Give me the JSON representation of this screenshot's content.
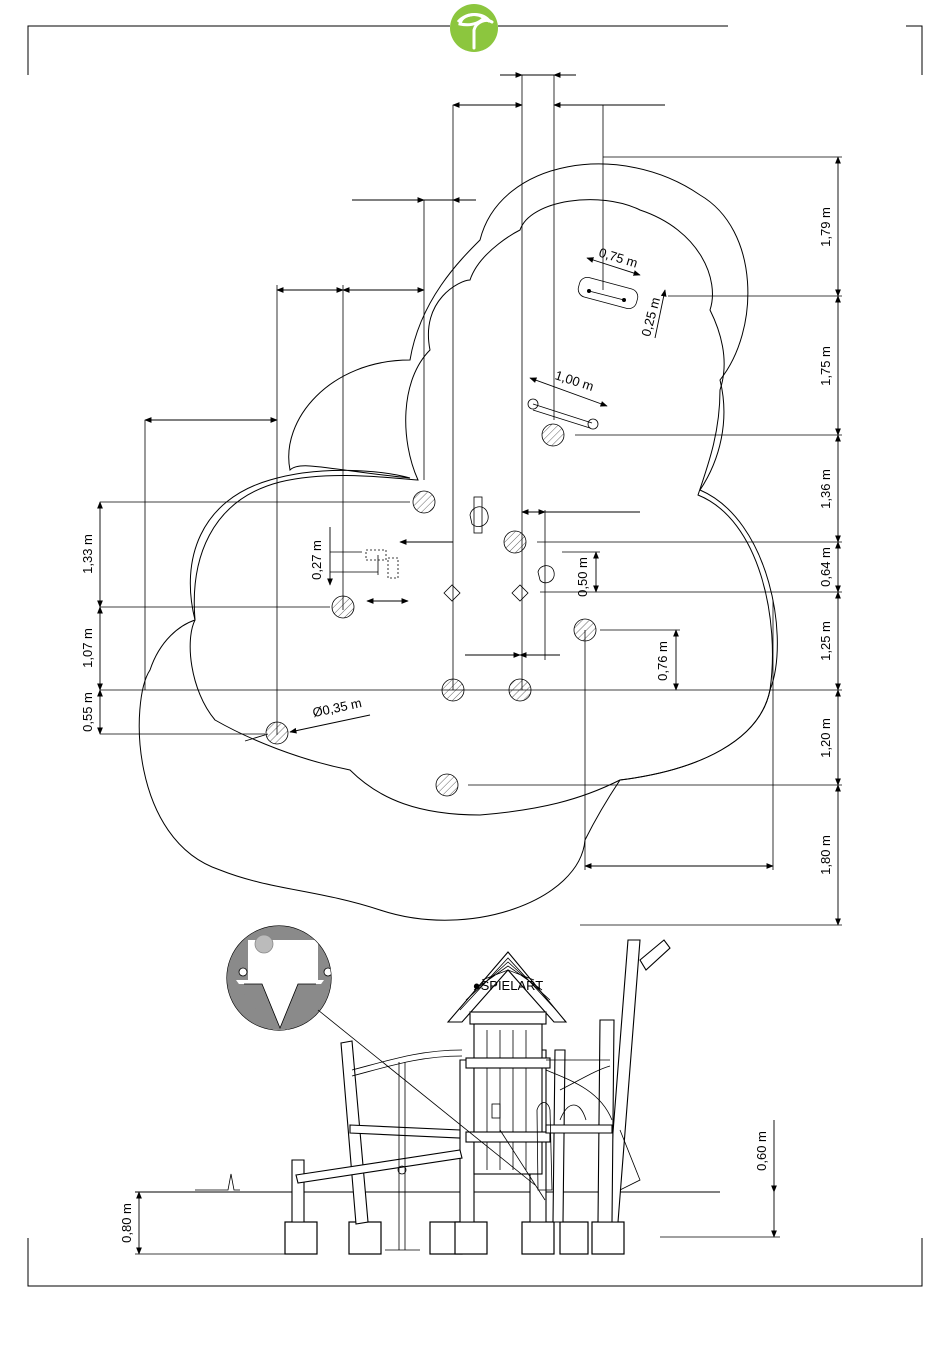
{
  "brand": {
    "logo_icon": "tree-leaf-logo-icon",
    "accent": "#8cc63e"
  },
  "plan_view": {
    "right_dimensions": [
      "1,79 m",
      "1,75 m",
      "1,36 m",
      "0,64 m",
      "1,25 m",
      "1,20 m",
      "1,80 m"
    ],
    "left_dimensions": [
      "1,33 m",
      "1,07 m",
      "0,55 m"
    ],
    "inner_dimensions": {
      "d_075": "0,75 m",
      "d_025": "0,25 m",
      "d_100": "1,00 m",
      "d_027": "0,27 m",
      "d_050": "0,50 m",
      "d_076": "0,76 m",
      "post_diameter": "Ø0,35 m"
    }
  },
  "side_view": {
    "dim_height_left": "0,80 m",
    "dim_height_right": "0,60 m",
    "detail_icon": "fall-zone-detail-icon"
  }
}
